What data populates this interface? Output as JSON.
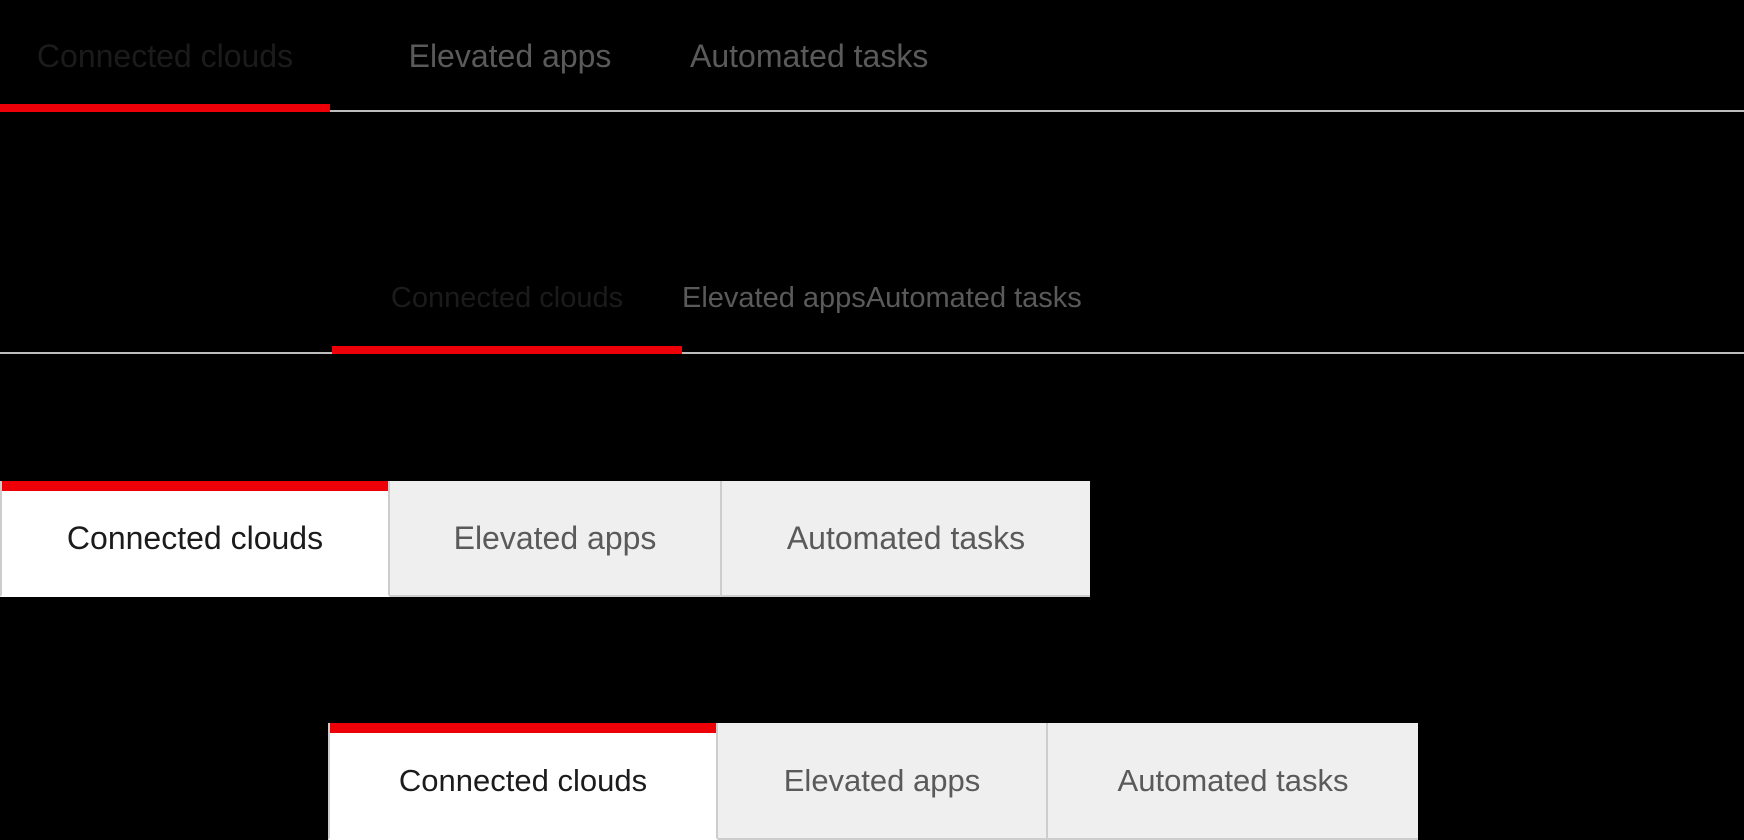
{
  "theme": {
    "background": "#000000",
    "accent_red": "#ed0007",
    "panel_inactive": "#efeff0",
    "panel_active": "#ffffff",
    "border": "#cdcdcd",
    "rule": "#bdbdbd",
    "label_active": "#1b1b1b",
    "label_inactive": "#5a5a5a"
  },
  "tab_labels": {
    "connected_clouds": "Connected clouds",
    "elevated_apps": "Elevated apps",
    "automated_tasks": "Automated tasks"
  },
  "variants": [
    {
      "id": "variant-a",
      "style": "underline",
      "active_index": 0,
      "tabs": [
        {
          "label": "Connected clouds",
          "active": true
        },
        {
          "label": "Elevated apps",
          "active": false
        },
        {
          "label": "Automated tasks",
          "active": false
        }
      ]
    },
    {
      "id": "variant-b",
      "style": "underline",
      "active_index": 0,
      "tabs": [
        {
          "label": "Connected clouds",
          "active": true
        },
        {
          "label": "Elevated apps",
          "active": false
        },
        {
          "label": "Automated tasks",
          "active": false
        }
      ]
    },
    {
      "id": "variant-c",
      "style": "boxed",
      "active_index": 0,
      "tabs": [
        {
          "label": "Connected clouds",
          "active": true
        },
        {
          "label": "Elevated apps",
          "active": false
        },
        {
          "label": "Automated tasks",
          "active": false
        }
      ]
    },
    {
      "id": "variant-d",
      "style": "boxed",
      "active_index": 0,
      "tabs": [
        {
          "label": "Connected clouds",
          "active": true
        },
        {
          "label": "Elevated apps",
          "active": false
        },
        {
          "label": "Automated tasks",
          "active": false
        }
      ]
    }
  ]
}
